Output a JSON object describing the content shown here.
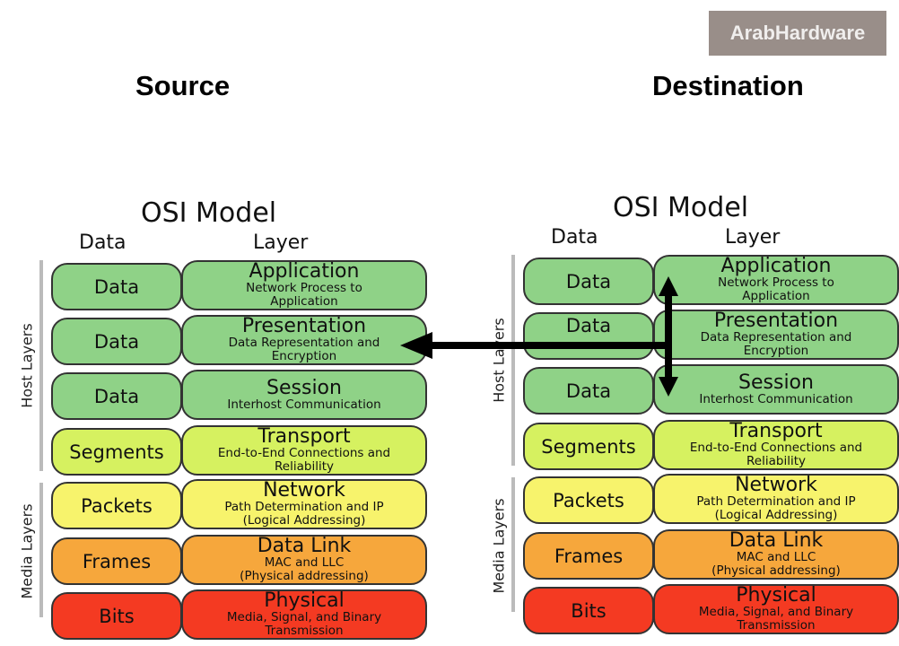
{
  "headings": {
    "source": "Source",
    "destination": "Destination"
  },
  "model": {
    "title": "OSI Model",
    "col_data": "Data",
    "col_layer": "Layer",
    "host_layers": "Host Layers",
    "media_layers": "Media Layers",
    "layers": [
      {
        "pdu": "Data",
        "name": "Application",
        "desc": "Network Process to Application",
        "color": "#8fd287"
      },
      {
        "pdu": "Data",
        "name": "Presentation",
        "desc": "Data Representation and Encryption",
        "color": "#8fd287"
      },
      {
        "pdu": "Data",
        "name": "Session",
        "desc": "Interhost Communication",
        "color": "#8fd287"
      },
      {
        "pdu": "Segments",
        "name": "Transport",
        "desc": "End-to-End Connections and Reliability",
        "color": "#d6f160"
      },
      {
        "pdu": "Packets",
        "name": "Network",
        "desc": "Path Determination and IP (Logical Addressing)",
        "color": "#f7f36c"
      },
      {
        "pdu": "Frames",
        "name": "Data Link",
        "desc": "MAC and LLC (Physical addressing)",
        "color": "#f6a73c"
      },
      {
        "pdu": "Bits",
        "name": "Physical",
        "desc": "Media, Signal, and Binary Transmission",
        "color": "#f43a22"
      }
    ]
  },
  "watermark": "ArabHardware"
}
